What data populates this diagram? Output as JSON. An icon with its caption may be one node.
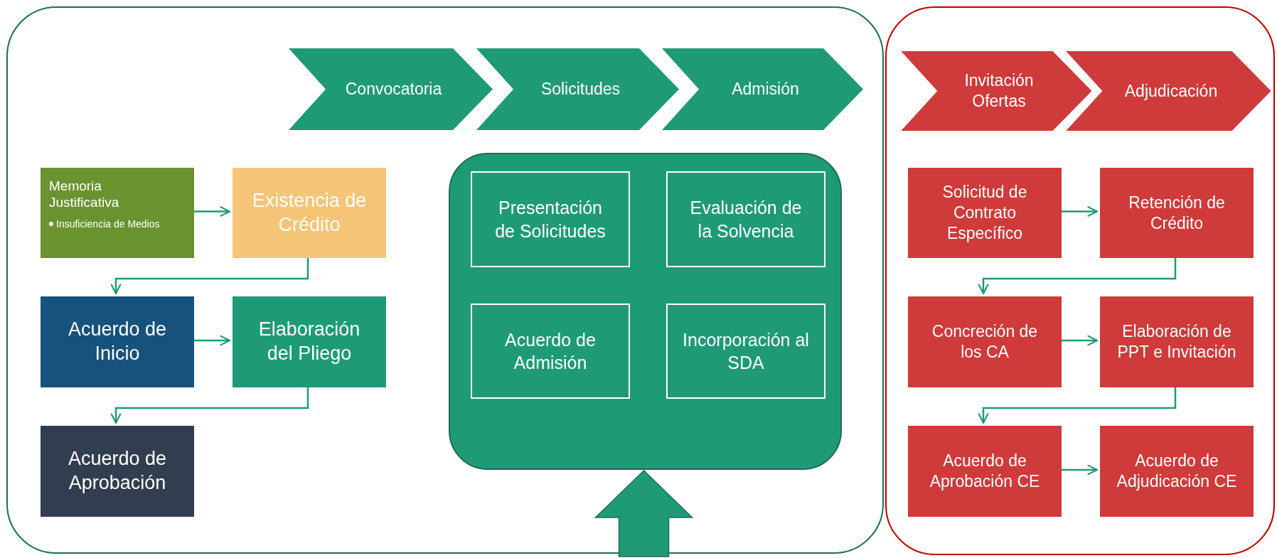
{
  "diagram": {
    "nodes": [
      {
        "text": [],
        "shape": "box"
      },
      {
        "text": [
          "Convocatoria"
        ],
        "in": 0
      },
      {
        "text": [
          "Solicitudes"
        ],
        "in": 0
      },
      {
        "text": [
          "Admisión"
        ],
        "in": 0
      },
      {
        "text": [
          "Memoria Justificativa",
          "Insuficiencia de Medios"
        ],
        "in": 0
      },
      {
        "text": [
          "Existencia de Crédito"
        ],
        "in": 0
      },
      {
        "text": [
          "Acuerdo de Inicio"
        ],
        "in": 0
      },
      {
        "text": [
          "Elaboración del Pliego"
        ],
        "in": 0
      },
      {
        "text": [
          "Acuerdo de Aprobación"
        ],
        "in": 0
      },
      {
        "text": [],
        "shape": "box",
        "in": 0
      },
      {
        "text": [
          "Presentación de Solicitudes"
        ],
        "in": 9
      },
      {
        "text": [
          "Evaluación de la Solvencia"
        ],
        "in": 9
      },
      {
        "text": [
          "Acuerdo de Admisión"
        ],
        "in": 9
      },
      {
        "text": [
          "Incorporación al SDA"
        ],
        "in": 9
      },
      {
        "text": [],
        "shape": "box"
      },
      {
        "text": [
          "Invitación Ofertas"
        ],
        "in": 14
      },
      {
        "text": [
          "Adjudicación"
        ],
        "in": 14
      },
      {
        "text": [
          "Solicitud de Contrato Específico"
        ],
        "in": 14
      },
      {
        "text": [
          "Retención de Crédito"
        ],
        "in": 14
      },
      {
        "text": [
          "Concreción de los CA"
        ],
        "in": 14
      },
      {
        "text": [
          "Elaboración de PPT e Invitación"
        ],
        "in": 14
      },
      {
        "text": [
          "Acuerdo de Aprobación CE"
        ],
        "in": 14
      },
      {
        "text": [
          "Acuerdo de Adjudicación CE"
        ],
        "in": 14
      }
    ],
    "edges": [
      {
        "from": 4,
        "to": 5,
        "arrow": "to"
      },
      {
        "from": 5,
        "to": 6,
        "arrow": "to"
      },
      {
        "from": 6,
        "to": 7,
        "arrow": "to"
      },
      {
        "from": 7,
        "to": 8,
        "arrow": "to"
      },
      {
        "from": null,
        "to": 9,
        "arrow": "to",
        "style": "thick"
      },
      {
        "from": 17,
        "to": 18,
        "arrow": "to"
      },
      {
        "from": 18,
        "to": 19,
        "arrow": "to"
      },
      {
        "from": 19,
        "to": 20,
        "arrow": "to"
      },
      {
        "from": 20,
        "to": 21,
        "arrow": "to"
      },
      {
        "from": 21,
        "to": 22,
        "arrow": "to"
      }
    ]
  }
}
